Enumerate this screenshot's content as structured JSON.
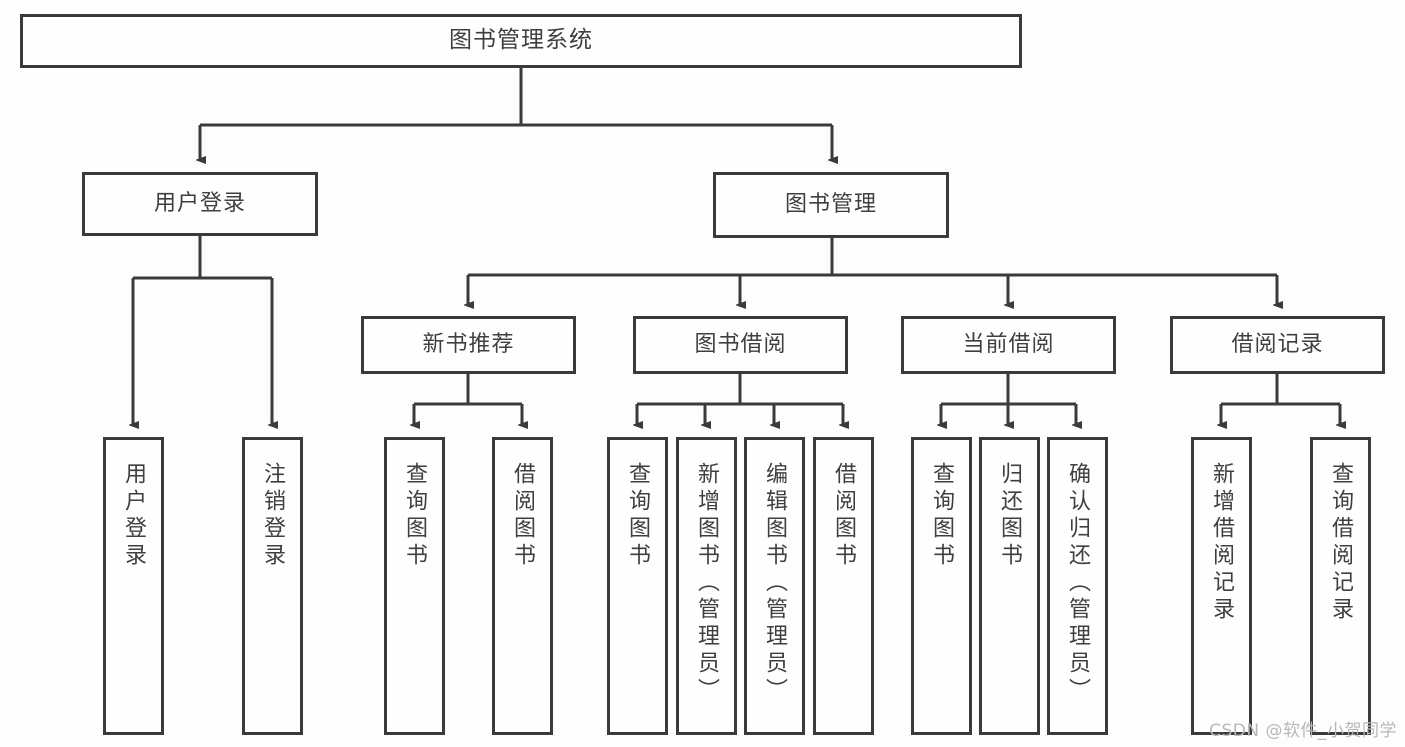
{
  "diagram": {
    "title": "图书管理系统",
    "watermark": "CSDN @软件_小贺同学",
    "colors": {
      "border": "#3a3a3a",
      "text": "#3f3f3f",
      "background": "#fdfdfd",
      "watermark": "#b8b8b8"
    },
    "nodes": {
      "root": {
        "label": "图书管理系统"
      },
      "level2": [
        {
          "id": "user-login",
          "label": "用户登录"
        },
        {
          "id": "book-manage",
          "label": "图书管理"
        }
      ],
      "level3": [
        {
          "id": "new-book-recommend",
          "label": "新书推荐"
        },
        {
          "id": "book-borrow",
          "label": "图书借阅"
        },
        {
          "id": "current-borrow",
          "label": "当前借阅"
        },
        {
          "id": "borrow-record",
          "label": "借阅记录"
        }
      ],
      "leaves": [
        {
          "id": "leaf-user-login",
          "label": "用户登录",
          "parent": "user-login"
        },
        {
          "id": "leaf-logout-login",
          "label": "注销登录",
          "parent": "user-login"
        },
        {
          "id": "leaf-query-book-1",
          "label": "查询图书",
          "parent": "new-book-recommend"
        },
        {
          "id": "leaf-borrow-book-1",
          "label": "借阅图书",
          "parent": "new-book-recommend"
        },
        {
          "id": "leaf-query-book-2",
          "label": "查询图书",
          "parent": "book-borrow"
        },
        {
          "id": "leaf-add-book",
          "label": "新增图书（管理员）",
          "parent": "book-borrow"
        },
        {
          "id": "leaf-edit-book",
          "label": "编辑图书（管理员）",
          "parent": "book-borrow"
        },
        {
          "id": "leaf-borrow-book-2",
          "label": "借阅图书",
          "parent": "book-borrow"
        },
        {
          "id": "leaf-query-book-3",
          "label": "查询图书",
          "parent": "current-borrow"
        },
        {
          "id": "leaf-return-book",
          "label": "归还图书",
          "parent": "current-borrow"
        },
        {
          "id": "leaf-confirm-return",
          "label": "确认归还（管理员）",
          "parent": "current-borrow"
        },
        {
          "id": "leaf-add-record",
          "label": "新增借阅记录",
          "parent": "borrow-record"
        },
        {
          "id": "leaf-query-record",
          "label": "查询借阅记录",
          "parent": "borrow-record"
        }
      ]
    }
  }
}
